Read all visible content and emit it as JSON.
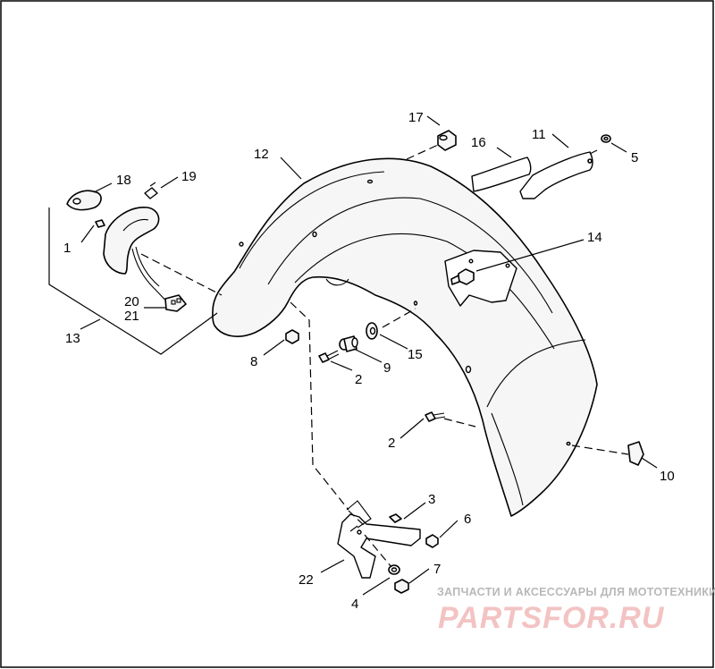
{
  "callouts": [
    {
      "id": "c1",
      "label": "1"
    },
    {
      "id": "c2a",
      "label": "2"
    },
    {
      "id": "c2b",
      "label": "2"
    },
    {
      "id": "c3",
      "label": "3"
    },
    {
      "id": "c4",
      "label": "4"
    },
    {
      "id": "c5",
      "label": "5"
    },
    {
      "id": "c6",
      "label": "6"
    },
    {
      "id": "c7",
      "label": "7"
    },
    {
      "id": "c8",
      "label": "8"
    },
    {
      "id": "c9",
      "label": "9"
    },
    {
      "id": "c10",
      "label": "10"
    },
    {
      "id": "c11",
      "label": "11"
    },
    {
      "id": "c12",
      "label": "12"
    },
    {
      "id": "c13",
      "label": "13"
    },
    {
      "id": "c14",
      "label": "14"
    },
    {
      "id": "c15",
      "label": "15"
    },
    {
      "id": "c16",
      "label": "16"
    },
    {
      "id": "c17",
      "label": "17"
    },
    {
      "id": "c18",
      "label": "18"
    },
    {
      "id": "c19",
      "label": "19"
    },
    {
      "id": "c20",
      "label": "20"
    },
    {
      "id": "c21",
      "label": "21"
    },
    {
      "id": "c22",
      "label": "22"
    }
  ],
  "watermark": {
    "tagline": "ЗАПЧАСТИ И АКСЕССУАРЫ ДЛЯ МОТОТЕХНИКИ",
    "brand": "PARTSFOR.RU"
  },
  "colors": {
    "line": "#000000",
    "background": "#ffffff",
    "watermark_text": "#b8b8b8",
    "watermark_brand": "#f3c3c3"
  }
}
